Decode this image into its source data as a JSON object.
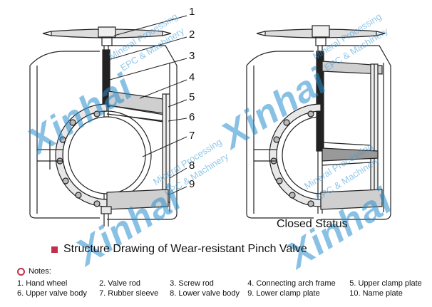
{
  "callouts": [
    "1",
    "2",
    "3",
    "4",
    "5",
    "6",
    "7",
    "8",
    "9"
  ],
  "status_label": "Closed Status",
  "title": "Structure Drawing of Wear-resistant Pinch Valve",
  "notes_heading": "Notes:",
  "notes": [
    "1. Hand wheel",
    "2. Valve rod",
    "3. Screw rod",
    "4. Connecting arch frame",
    "5. Upper clamp plate",
    "6. Upper valve body",
    "7. Rubber sleeve",
    "8. Lower valve body",
    "9. Lower clamp plate",
    "10. Name plate"
  ],
  "watermark": {
    "brand": "Xinhai",
    "line1": "Mineral Processing",
    "line2": "EPC & Machinery"
  },
  "colors": {
    "accent": "#c0304a",
    "watermark": "#2a8fd0",
    "line": "#222222"
  }
}
